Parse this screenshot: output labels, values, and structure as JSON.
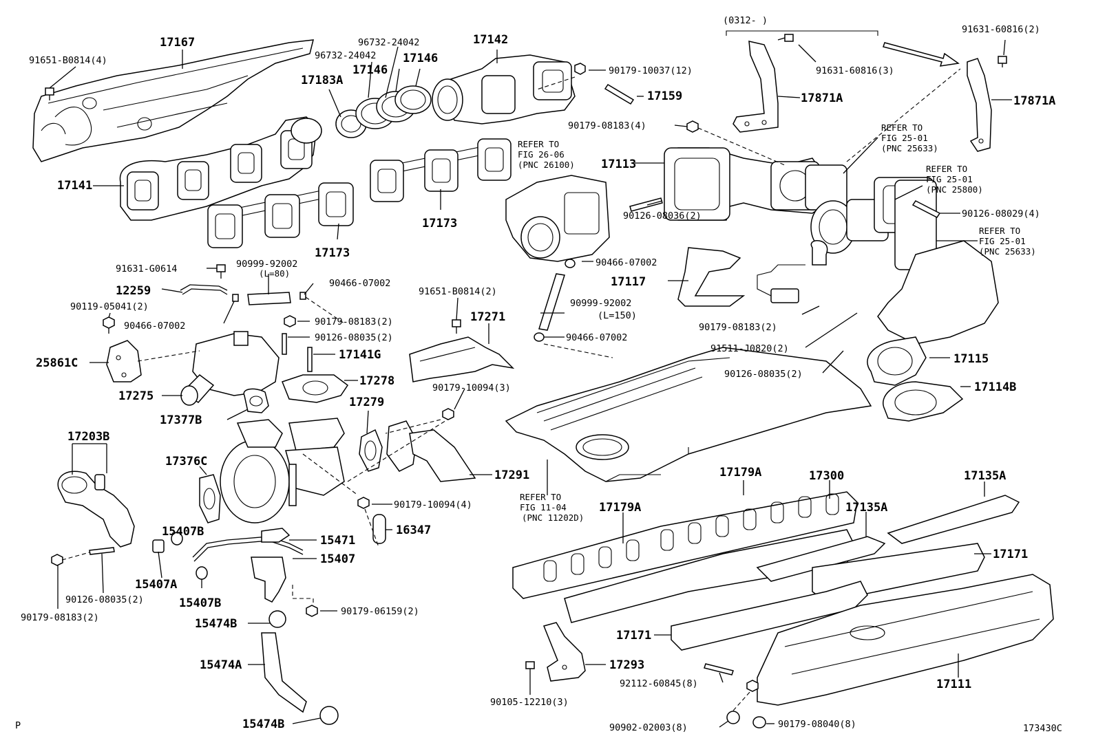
{
  "labels": {
    "p17167": "17167",
    "p91651_b0814_4": "91651-B0814(4)",
    "p96732_a": "96732-24042",
    "p96732_b": "96732-24042",
    "p17146_a": "17146",
    "p17146_b": "17146",
    "p17183a": "17183A",
    "p17142": "17142",
    "p90179_10037": "90179-10037(12)",
    "p17159": "17159",
    "p0312": "(0312-        )",
    "p91631_60816_3": "91631-60816(3)",
    "p17871a_a": "17871A",
    "p91631_60816_2": "91631-60816(2)",
    "p17871a_b": "17871A",
    "p17141": "17141",
    "p17173_a": "17173",
    "p17173_b": "17173",
    "p90179_08183_4": "90179-08183(4)",
    "ref1_a": "REFER TO",
    "ref1_b": "FIG 26-06",
    "ref1_c": "(PNC 26100)",
    "p17113": "17113",
    "ref2_a": "REFER TO",
    "ref2_b": "FIG 25-01",
    "ref2_c": "(PNC 25633)",
    "ref3_a": "REFER TO",
    "ref3_b": "FIG 25-01",
    "ref3_c": "(PNC 25800)",
    "p90126_08029": "90126-08029(4)",
    "ref4_a": "REFER TO",
    "ref4_b": "FIG 25-01",
    "ref4_c": "(PNC 25633)",
    "p90126_08036": "90126-08036(2)",
    "p91631_g0614": "91631-G0614",
    "p90999_92002_a": "90999-92002",
    "p_l80": "(L=80)",
    "p90466_07002_a": "90466-07002",
    "p12259": "12259",
    "p90119_05041": "90119-05041(2)",
    "p90466_07002_b": "90466-07002",
    "p90179_08183_2a": "90179-08183(2)",
    "p90126_08035_2a": "90126-08035(2)",
    "p17141g": "17141G",
    "p90466_07002_c": "90466-07002",
    "p17117": "17117",
    "p90999_92002_b": "90999-92002",
    "p_l150": "(L=150)",
    "p90466_07002_d": "90466-07002",
    "p91651_b0814_2": "91651-B0814(2)",
    "p17271": "17271",
    "p90179_08183_2b": "90179-08183(2)",
    "p91511_j0820": "91511-J0820(2)",
    "p17115": "17115",
    "p90126_08035_2b": "90126-08035(2)",
    "p17114b": "17114B",
    "p25861c": "25861C",
    "p17278": "17278",
    "p17275": "17275",
    "p90179_10094_3": "90179-10094(3)",
    "p17279": "17279",
    "p17377b": "17377B",
    "p17203b": "17203B",
    "p17376c": "17376C",
    "p17291": "17291",
    "ref5_a": "REFER TO",
    "ref5_b": "FIG 11-04",
    "ref5_c": "(PNC 11202D)",
    "p17179a_a": "17179A",
    "p17300": "17300",
    "p17135a_a": "17135A",
    "p17179a_b": "17179A",
    "p17135a_b": "17135A",
    "p90179_10094_4": "90179-10094(4)",
    "p15407b_a": "15407B",
    "p15471": "15471",
    "p16347": "16347",
    "p15407": "15407",
    "p17171_a": "17171",
    "p15407a": "15407A",
    "p15407b_b": "15407B",
    "p90126_08035_2c": "90126-08035(2)",
    "p90179_08183_2c": "90179-08183(2)",
    "p90179_06159": "90179-06159(2)",
    "p15474b_a": "15474B",
    "p17171_b": "17171",
    "p15474a": "15474A",
    "p17293": "17293",
    "p17111": "17111",
    "p92112_60845": "92112-60845(8)",
    "p90105_12210": "90105-12210(3)",
    "p15474b_b": "15474B",
    "p90902_02003": "90902-02003(8)",
    "p90179_08040": "90179-08040(8)",
    "corner_p": "P",
    "fig_id": "173430C"
  }
}
